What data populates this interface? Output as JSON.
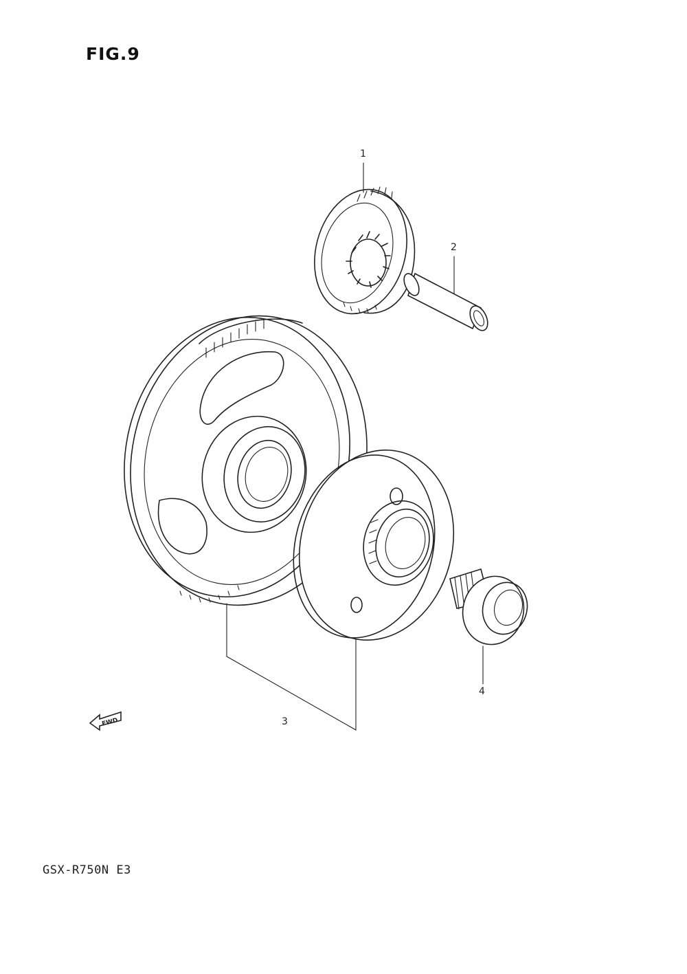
{
  "figure": {
    "title": "FIG.9",
    "model": "GSX-R750N E3"
  },
  "callouts": {
    "part1": "1",
    "part2": "2",
    "part3": "3",
    "part4": "4"
  },
  "direction_indicator": {
    "label": "FWD",
    "icon": "fwd-arrow-icon"
  },
  "colors": {
    "ink": "#222222",
    "paper": "#fefefe"
  }
}
